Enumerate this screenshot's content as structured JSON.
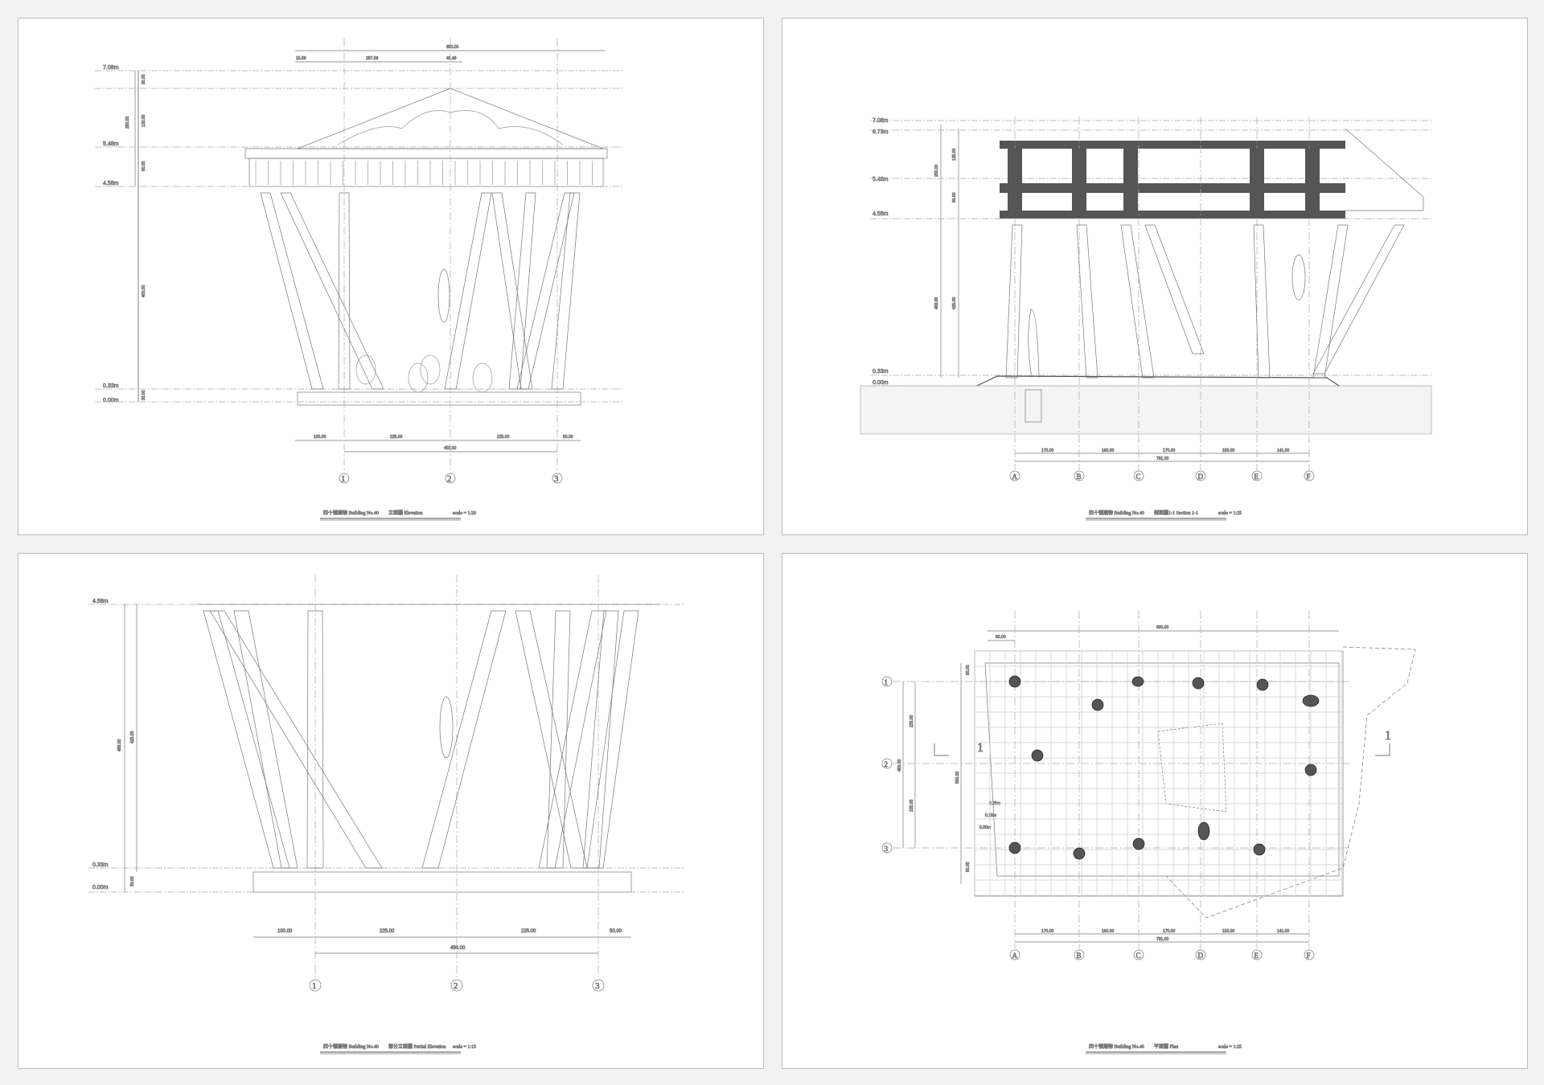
{
  "sheets": [
    {
      "building": "四十號建物 Building No.40",
      "drawing": "立面圖 Elevation",
      "scale": "scale = 1:20",
      "levels": [
        "7.08m",
        "5.48m",
        "4.58m",
        "0.33m",
        "0.00m"
      ],
      "top_dims": [
        "650.00",
        "287.09",
        "48.49",
        "15.59"
      ],
      "side_dims": [
        "250.00",
        "30.00",
        "120.00",
        "90.00",
        "400.00",
        "33.00"
      ],
      "bottom_dims": [
        "100.00",
        "225.00",
        "225.00",
        "50.00",
        "450.00"
      ],
      "axes": [
        "1",
        "2",
        "3"
      ]
    },
    {
      "building": "四十號建物 Building No.40",
      "drawing": "剖面圖1-1 Section 1-1",
      "scale": "scale = 1:25",
      "levels": [
        "7.08m",
        "6.73m",
        "5.48m",
        "4.58m",
        "0.33m",
        "0.00m"
      ],
      "side_dims": [
        "250.00",
        "125.00",
        "90.00",
        "458.00",
        "425.00"
      ],
      "bottom_dims": [
        "170.00",
        "160.00",
        "170.00",
        "150.00",
        "141.00",
        "791.00"
      ],
      "axes": [
        "A",
        "B",
        "C",
        "D",
        "E",
        "F"
      ]
    },
    {
      "building": "四十號建物 Building No.40",
      "drawing": "部分立面圖 Partial Elevation",
      "scale": "scale = 1:15",
      "levels": [
        "4.58m",
        "0.33m",
        "0.00m"
      ],
      "side_dims": [
        "458.00",
        "425.00",
        "33.00"
      ],
      "bottom_dims": [
        "100.00",
        "225.00",
        "225.00",
        "50.00",
        "450.00"
      ],
      "axes": [
        "1",
        "2",
        "3"
      ]
    },
    {
      "building": "四十號建物 Building No.40",
      "drawing": "平面圖 Plan",
      "scale": "scale = 1:25",
      "levels": [
        "0.25m",
        "0.15m",
        "0.00m"
      ],
      "section_mark": "1",
      "side_dims": [
        "50.00",
        "225.00",
        "225.00",
        "450.00",
        "50.00",
        "550.00"
      ],
      "top_dims": [
        "60.00",
        "600.00"
      ],
      "bottom_dims": [
        "170.00",
        "160.00",
        "170.00",
        "150.00",
        "141.00",
        "791.00"
      ],
      "axes_cols": [
        "A",
        "B",
        "C",
        "D",
        "E",
        "F"
      ],
      "axes_rows": [
        "1",
        "2",
        "3"
      ]
    }
  ],
  "colors": {
    "line": "#777777",
    "dark": "#555555",
    "ink": "#444444"
  }
}
